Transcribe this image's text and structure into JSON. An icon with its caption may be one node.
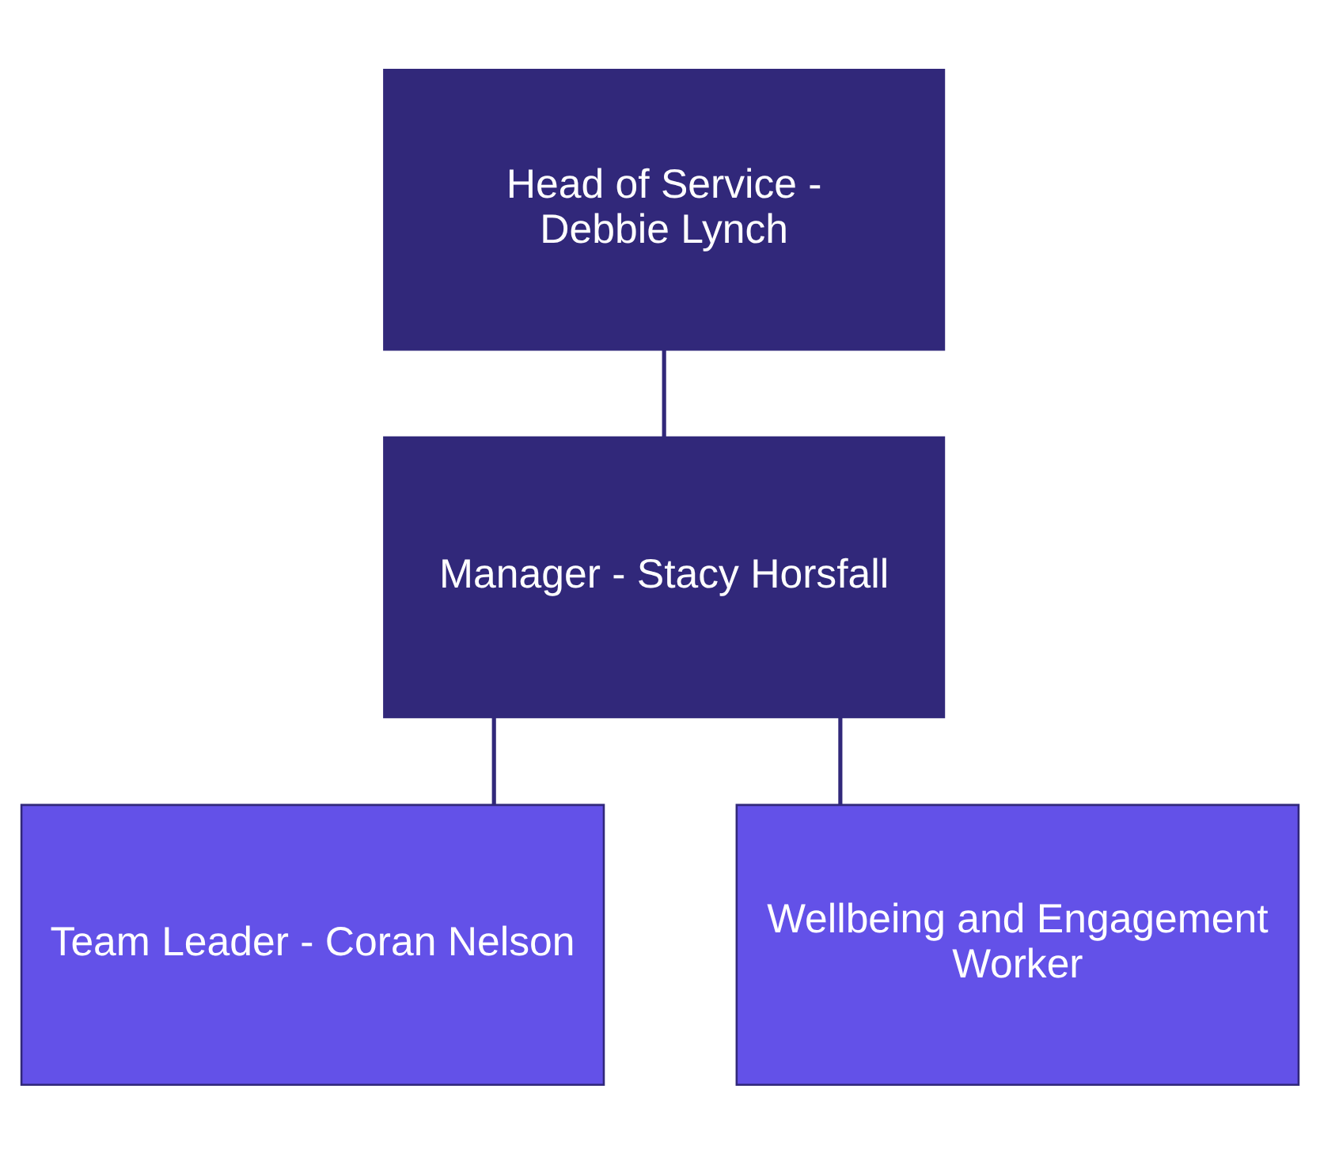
{
  "diagram": {
    "nodes": [
      {
        "text": [
          "Head of Service - Debbie Lynch"
        ]
      },
      {
        "text": [
          "Manager - Stacy Horsfall"
        ]
      },
      {
        "text": [
          "Team Leader - Coran Nelson"
        ]
      },
      {
        "text": [
          "Wellbeing and Engagement Worker"
        ]
      }
    ],
    "edges": [
      {
        "from": 0,
        "to": 1,
        "arrow": "none"
      },
      {
        "from": 1,
        "to": 2,
        "arrow": "none"
      },
      {
        "from": 1,
        "to": 3,
        "arrow": "none"
      }
    ]
  }
}
